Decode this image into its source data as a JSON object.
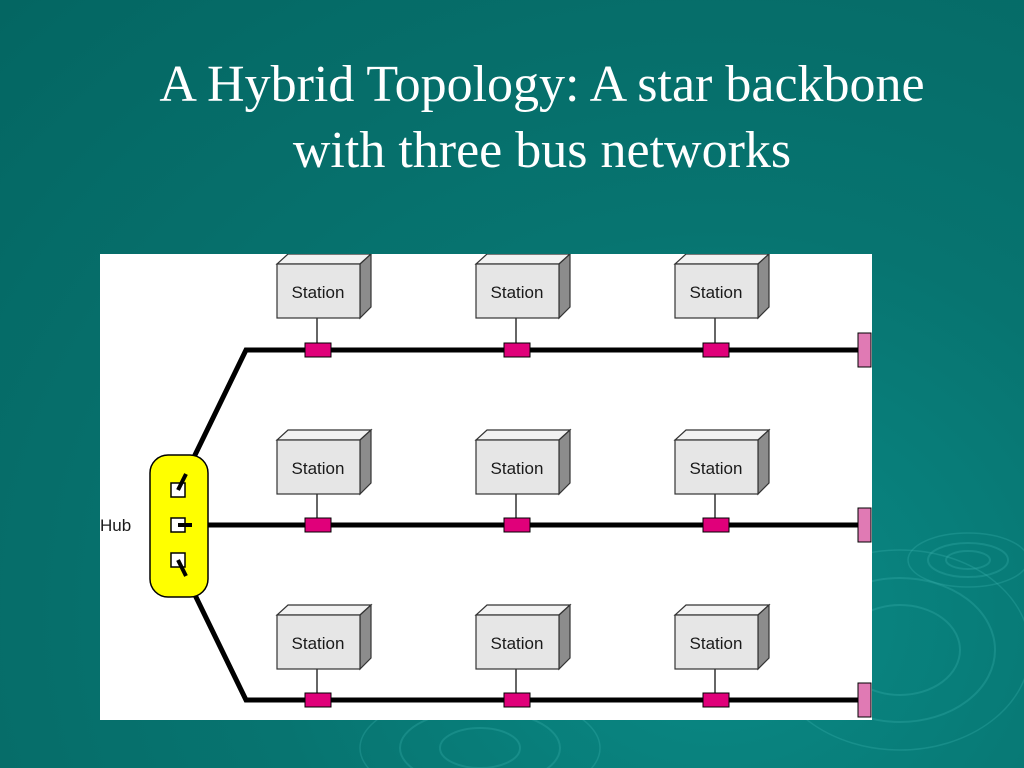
{
  "slide": {
    "title_line1": "A Hybrid Topology: A star backbone",
    "title_line2": "with three bus networks"
  },
  "diagram": {
    "hub_label": "Hub",
    "station_label": "Station",
    "buses": [
      {
        "stations": [
          "Station",
          "Station",
          "Station"
        ]
      },
      {
        "stations": [
          "Station",
          "Station",
          "Station"
        ]
      },
      {
        "stations": [
          "Station",
          "Station",
          "Station"
        ]
      }
    ],
    "colors": {
      "background": "#077470",
      "hub_fill": "#ffff00",
      "connector": "#e0007a",
      "terminator": "#e07ab4",
      "station_face": "#e6e6e6",
      "station_side": "#8c8c8c",
      "cable": "#000000"
    }
  }
}
